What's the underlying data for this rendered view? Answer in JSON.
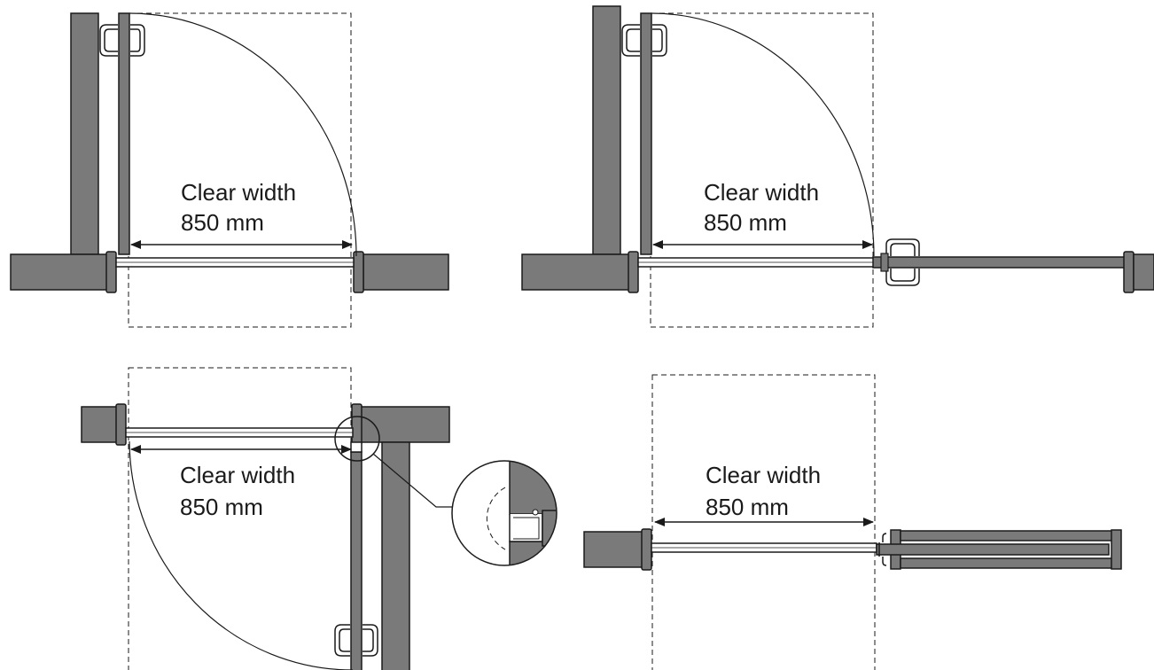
{
  "colors": {
    "wall": "#7a7a7b",
    "outline": "#1a1a1a",
    "background": "#ffffff"
  },
  "panels": [
    {
      "id": "top-left",
      "description": "hinged door opening inward, frame both sides",
      "label_line1": "Clear width",
      "label_line2": "850 mm"
    },
    {
      "id": "top-right",
      "description": "hinged door with adjacent wall extension",
      "label_line1": "Clear width",
      "label_line2": "850 mm"
    },
    {
      "id": "bottom-left",
      "description": "hinged door with detail callout",
      "label_line1": "Clear width",
      "label_line2": "850 mm"
    },
    {
      "id": "bottom-right",
      "description": "sliding door",
      "label_line1": "Clear width",
      "label_line2": "850 mm"
    }
  ]
}
